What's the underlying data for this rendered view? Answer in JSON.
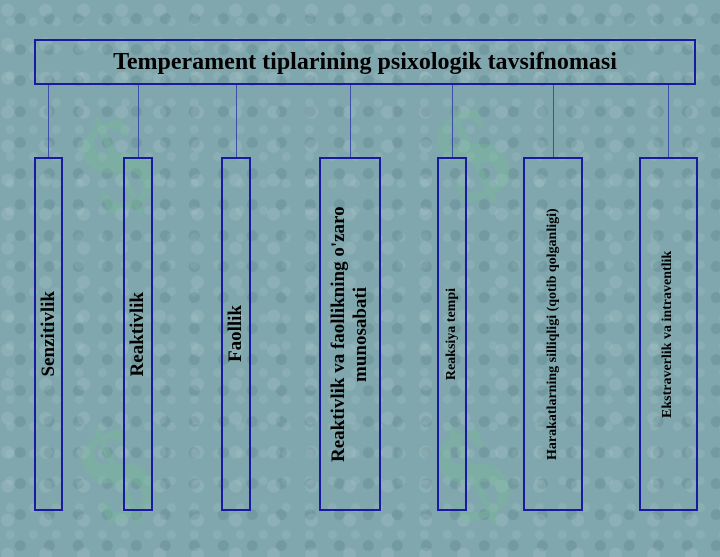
{
  "diagram": {
    "title": "Temperament tiplarining psixologik tavsifnomasi",
    "categories": [
      {
        "id": "senzitivlik",
        "label": "Senzitivlik"
      },
      {
        "id": "reaktivlik",
        "label": "Reaktivlik"
      },
      {
        "id": "faollik",
        "label": "Faollik"
      },
      {
        "id": "munosabat",
        "label": "Reaktivlik va faollikning o'zaro munosabati"
      },
      {
        "id": "reaksiya-tempi",
        "label": "Reaksiya tempi"
      },
      {
        "id": "silliqligi",
        "label": "Harakatlarning silliqligi (qotib qolganligi)"
      },
      {
        "id": "ekstraverlik",
        "label": "Ekstraverlik va intraventlik"
      }
    ]
  }
}
